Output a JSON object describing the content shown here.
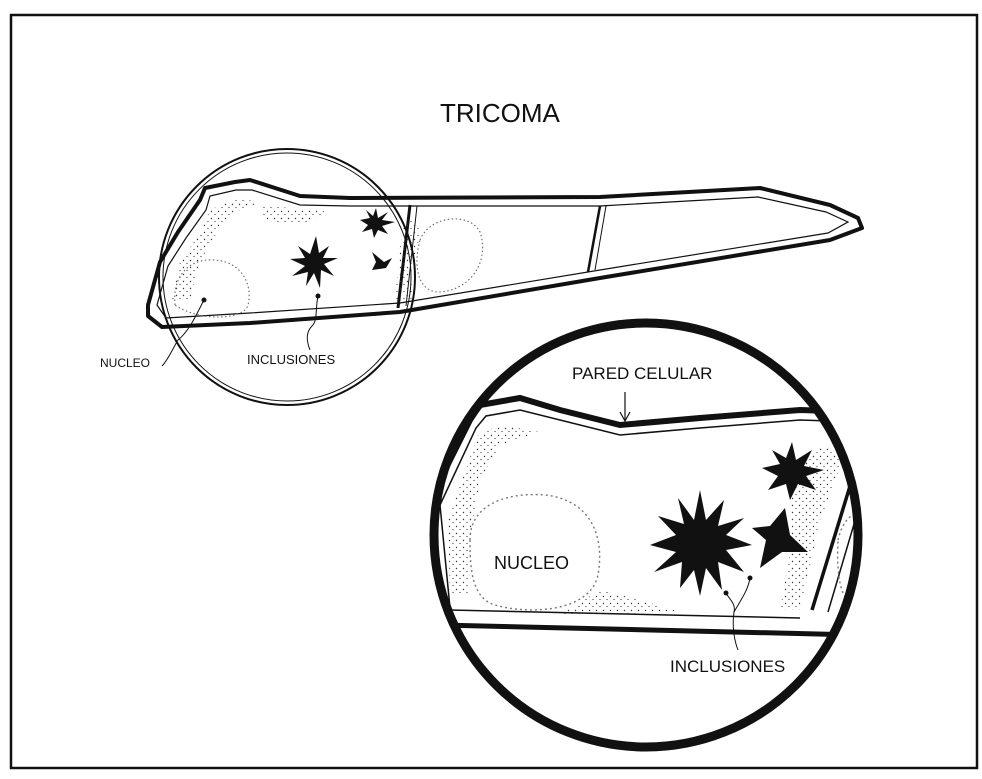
{
  "diagram": {
    "title": "TRICOMA",
    "labels": {
      "nucleo_small": "NUCLEO",
      "inclusiones_small": "INCLUSIONES",
      "pared_celular": "PARED CELULAR",
      "nucleo_big": "NUCLEO",
      "inclusiones_big": "INCLUSIONES"
    }
  },
  "colors": {
    "ink": "#111111",
    "background": "#ffffff"
  }
}
